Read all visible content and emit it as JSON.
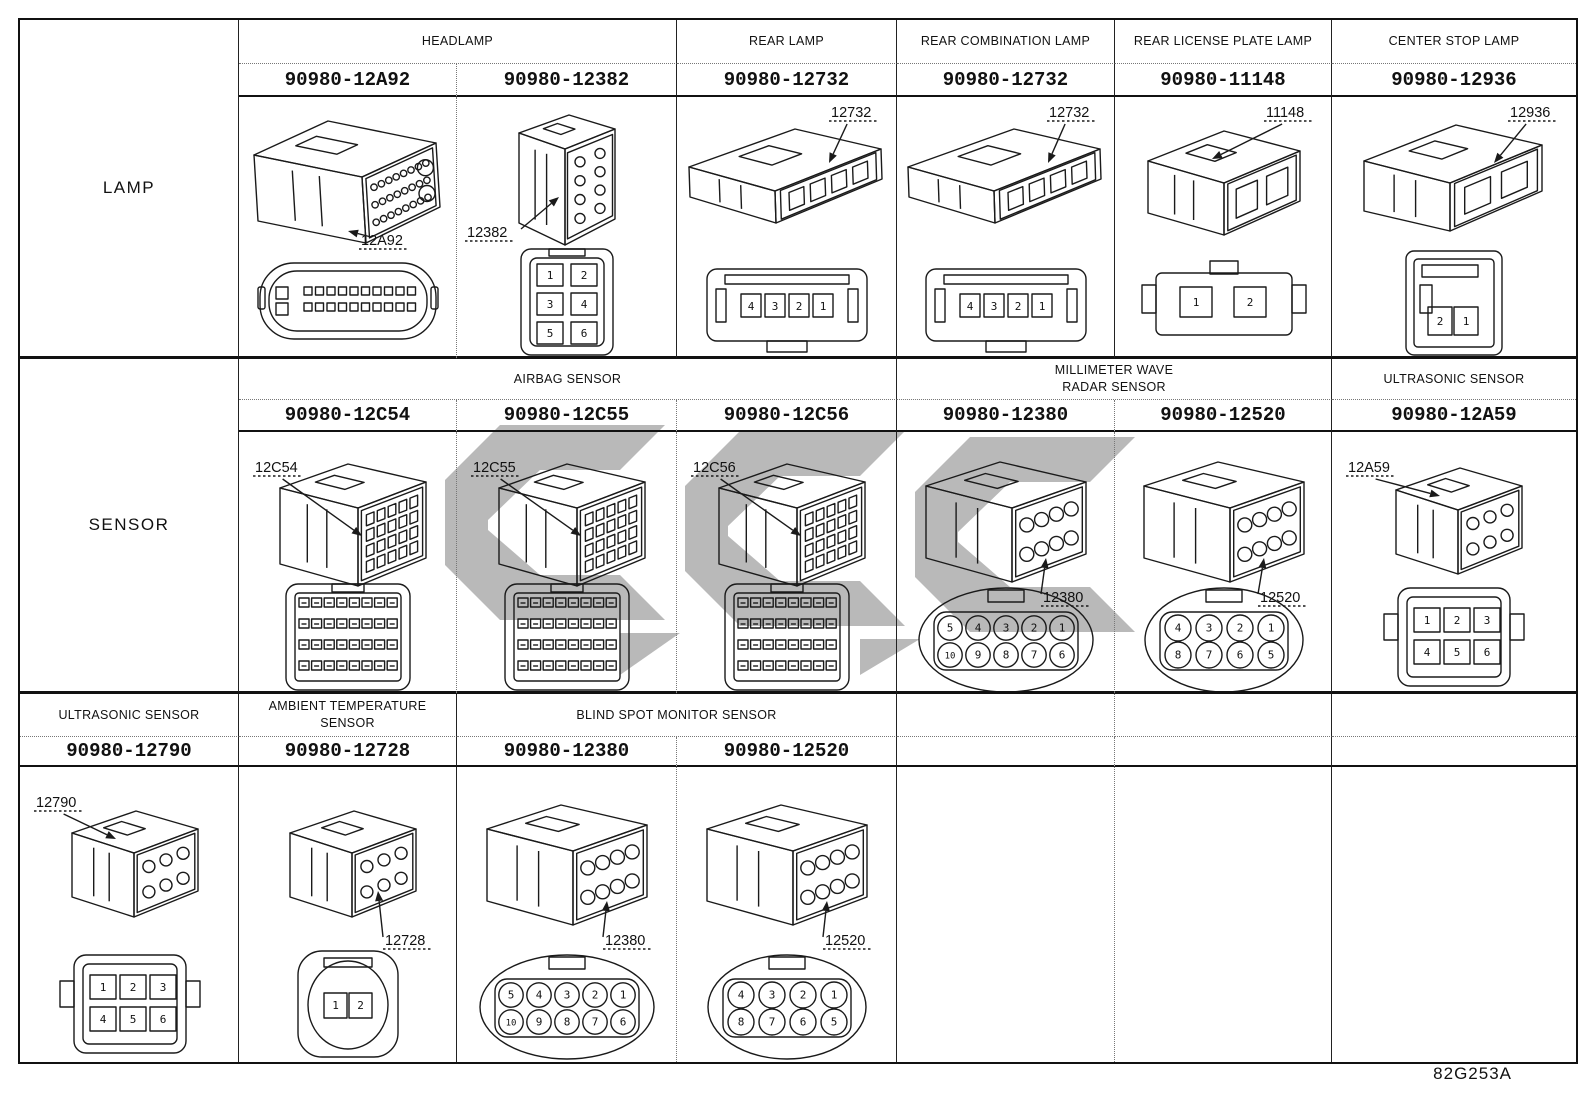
{
  "caption": "82G253A",
  "watermark_color": "#b9b9b9",
  "table": {
    "sections": [
      {
        "label": "LAMP",
        "groups": [
          {
            "title": "HEADLAMP",
            "span": 2
          },
          {
            "title": "REAR LAMP",
            "span": 1
          },
          {
            "title": "REAR COMBINATION LAMP",
            "span": 1
          },
          {
            "title": "REAR LICENSE PLATE LAMP",
            "span": 1
          },
          {
            "title": "CENTER STOP LAMP",
            "span": 1
          }
        ],
        "cells": [
          {
            "part_number": "90980-12A92",
            "callout": "12A92"
          },
          {
            "part_number": "90980-12382",
            "callout": "12382",
            "front_pin_labels": [
              [
                "1",
                "2"
              ],
              [
                "3",
                "4"
              ],
              [
                "5",
                "6"
              ]
            ]
          },
          {
            "part_number": "90980-12732",
            "callout": "12732",
            "front_pin_labels": [
              [
                "4",
                "3",
                "2",
                "1"
              ]
            ]
          },
          {
            "part_number": "90980-12732",
            "callout": "12732",
            "front_pin_labels": [
              [
                "4",
                "3",
                "2",
                "1"
              ]
            ]
          },
          {
            "part_number": "90980-11148",
            "callout": "11148",
            "front_pin_labels": [
              [
                "1",
                "2"
              ]
            ]
          },
          {
            "part_number": "90980-12936",
            "callout": "12936",
            "front_pin_labels": [
              [
                "2",
                "1"
              ]
            ]
          }
        ]
      },
      {
        "label": "SENSOR",
        "groups": [
          {
            "title": "AIRBAG SENSOR",
            "span": 3
          },
          {
            "title": "MILLIMETER WAVE\nRADAR SENSOR",
            "span": 2
          },
          {
            "title": "ULTRASONIC SENSOR",
            "span": 1
          }
        ],
        "cells": [
          {
            "part_number": "90980-12C54",
            "callout": "12C54",
            "front_pin_grid": "4x8"
          },
          {
            "part_number": "90980-12C55",
            "callout": "12C55",
            "front_pin_grid": "4x8"
          },
          {
            "part_number": "90980-12C56",
            "callout": "12C56",
            "front_pin_grid": "4x8"
          },
          {
            "part_number": "90980-12380",
            "callout": "12380",
            "front_pin_labels": [
              [
                "5",
                "4",
                "3",
                "2",
                "1"
              ],
              [
                "10",
                "9",
                "8",
                "7",
                "6"
              ]
            ]
          },
          {
            "part_number": "90980-12520",
            "callout": "12520",
            "front_pin_labels": [
              [
                "4",
                "3",
                "2",
                "1"
              ],
              [
                "8",
                "7",
                "6",
                "5"
              ]
            ]
          },
          {
            "part_number": "90980-12A59",
            "callout": "12A59",
            "front_pin_labels": [
              [
                "1",
                "2",
                "3"
              ],
              [
                "4",
                "5",
                "6"
              ]
            ]
          }
        ]
      },
      {
        "label": null,
        "groups": [
          {
            "title": "ULTRASONIC SENSOR",
            "span": 1
          },
          {
            "title": "AMBIENT TEMPERATURE\nSENSOR",
            "span": 1
          },
          {
            "title": "BLIND SPOT MONITOR SENSOR",
            "span": 2
          },
          {
            "title": "",
            "span": 1
          },
          {
            "title": "",
            "span": 1
          },
          {
            "title": "",
            "span": 1
          }
        ],
        "cells": [
          {
            "part_number": "90980-12790",
            "callout": "12790",
            "front_pin_labels": [
              [
                "1",
                "2",
                "3"
              ],
              [
                "4",
                "5",
                "6"
              ]
            ]
          },
          {
            "part_number": "90980-12728",
            "callout": "12728",
            "front_pin_labels": [
              [
                "1",
                "2"
              ]
            ]
          },
          {
            "part_number": "90980-12380",
            "callout": "12380",
            "front_pin_labels": [
              [
                "5",
                "4",
                "3",
                "2",
                "1"
              ],
              [
                "10",
                "9",
                "8",
                "7",
                "6"
              ]
            ]
          },
          {
            "part_number": "90980-12520",
            "callout": "12520",
            "front_pin_labels": [
              [
                "4",
                "3",
                "2",
                "1"
              ],
              [
                "8",
                "7",
                "6",
                "5"
              ]
            ]
          },
          {},
          {},
          {}
        ]
      }
    ]
  }
}
